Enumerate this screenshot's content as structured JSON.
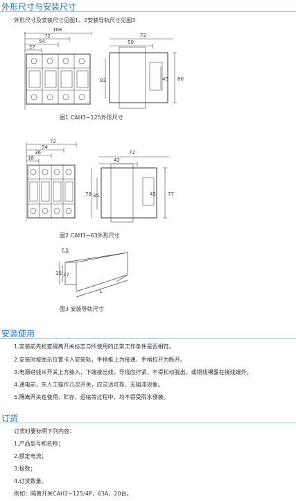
{
  "sec_dim": {
    "title": "外形尺寸与安装尺寸",
    "intro": "外形尺寸及安装尺寸见图1、2安装导轨尺寸见图3",
    "fig1": {
      "caption": "图1 CAH3−125外形尺寸",
      "front_dims": [
        "108",
        "72",
        "54",
        "27"
      ],
      "side_dims": [
        "72",
        "50",
        "83",
        "45",
        "80"
      ]
    },
    "fig2": {
      "caption": "图2 CAH3−63外形尺寸",
      "front_dims": [
        "72",
        "54",
        "36",
        "18"
      ],
      "side_dims": [
        "72",
        "42",
        "78",
        "35",
        "45",
        "77"
      ]
    },
    "fig3": {
      "caption": "图3 安装导轨尺寸",
      "dims": [
        "7.5",
        "35",
        "27",
        "L"
      ]
    }
  },
  "sec_install": {
    "title": "安装使用",
    "items": [
      "1.安装前先检查隔离开关标志与所使用的正常工作条件是否相符。",
      "2.安装时按图示位置卡入安装轨，手柄推上为接通，手柄拉开为断开。",
      "3.电源进线从开关上方接入，下端接出线，导线应拧紧，不得松动脱出，或铜线裸露在接线端外。",
      "4.通电前，先人工操作几次开关，应灵活可靠，无阻滞现象。",
      "5.隔离开关在使用、贮存、运输等过程中，均不得受雨水侵袭。"
    ]
  },
  "sec_order": {
    "title": "订货",
    "lines": [
      "订货时要标明下列内容：",
      "1.产品型号和名称；",
      "2.额定电流；",
      "3.极数；",
      "4.订货数量。",
      "例如：隔离开关CAH2−125/4P，63A，20台。"
    ]
  }
}
